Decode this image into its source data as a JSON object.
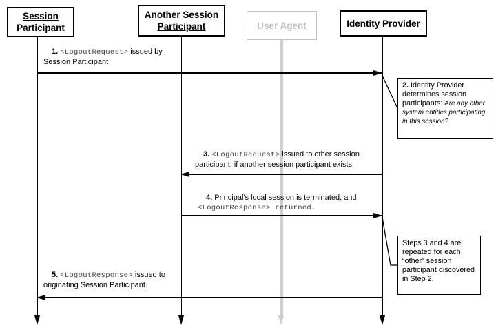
{
  "actors": [
    {
      "label": "Session Participant",
      "grayed": false
    },
    {
      "label": "Another Session Participant",
      "grayed": false
    },
    {
      "label": "User Agent",
      "grayed": true
    },
    {
      "label": "Identity Provider",
      "grayed": false
    }
  ],
  "messages": [
    {
      "step": "1",
      "from": "Session Participant",
      "to": "Identity Provider",
      "lines": [
        [
          {
            "t": "bold",
            "s": "1. "
          },
          {
            "t": "mono",
            "s": "<LogoutRequest>"
          },
          {
            "t": "plain",
            "s": " issued by"
          }
        ],
        [
          {
            "t": "plain",
            "s": "Session Participant"
          }
        ]
      ]
    },
    {
      "step": "3",
      "from": "Identity Provider",
      "to": "Another Session Participant",
      "lines": [
        [
          {
            "t": "bold",
            "s": "3. "
          },
          {
            "t": "mono",
            "s": "<LogoutRequest>"
          },
          {
            "t": "plain",
            "s": " issued to other session"
          }
        ],
        [
          {
            "t": "plain",
            "s": "participant, if another session participant exists."
          }
        ]
      ]
    },
    {
      "step": "4",
      "from": "Another Session Participant",
      "to": "Identity Provider",
      "lines": [
        [
          {
            "t": "bold",
            "s": "4. "
          },
          {
            "t": "plain",
            "s": "Principal's local session is terminated, and"
          }
        ],
        [
          {
            "t": "mono",
            "s": "<LogoutResponse> returned."
          }
        ]
      ]
    },
    {
      "step": "5",
      "from": "Identity Provider",
      "to": "Session Participant",
      "lines": [
        [
          {
            "t": "bold",
            "s": "5. "
          },
          {
            "t": "mono",
            "s": "<LogoutResponse>"
          },
          {
            "t": "plain",
            "s": " issued to"
          }
        ],
        [
          {
            "t": "plain",
            "s": "originating Session Participant."
          }
        ]
      ]
    }
  ],
  "notes": [
    {
      "step": "2",
      "segments": [
        {
          "t": "bold",
          "s": "2. "
        },
        {
          "t": "plain",
          "s": "Identity Provider determines session participants: "
        },
        {
          "t": "italic",
          "s": "Are any other system entities participating in this session?"
        }
      ]
    },
    {
      "step": "3-4-repeat",
      "segments": [
        {
          "t": "plain",
          "s": "Steps 3 and 4 are repeated for each “other” session participant discovered in Step 2."
        }
      ]
    }
  ],
  "colors": {
    "ink": "#000000",
    "grayed_box": "#c2c2c2",
    "grayed_lifeline": "#cdcdcd",
    "mono_text": "#3f3f3f",
    "background": "#ffffff"
  }
}
